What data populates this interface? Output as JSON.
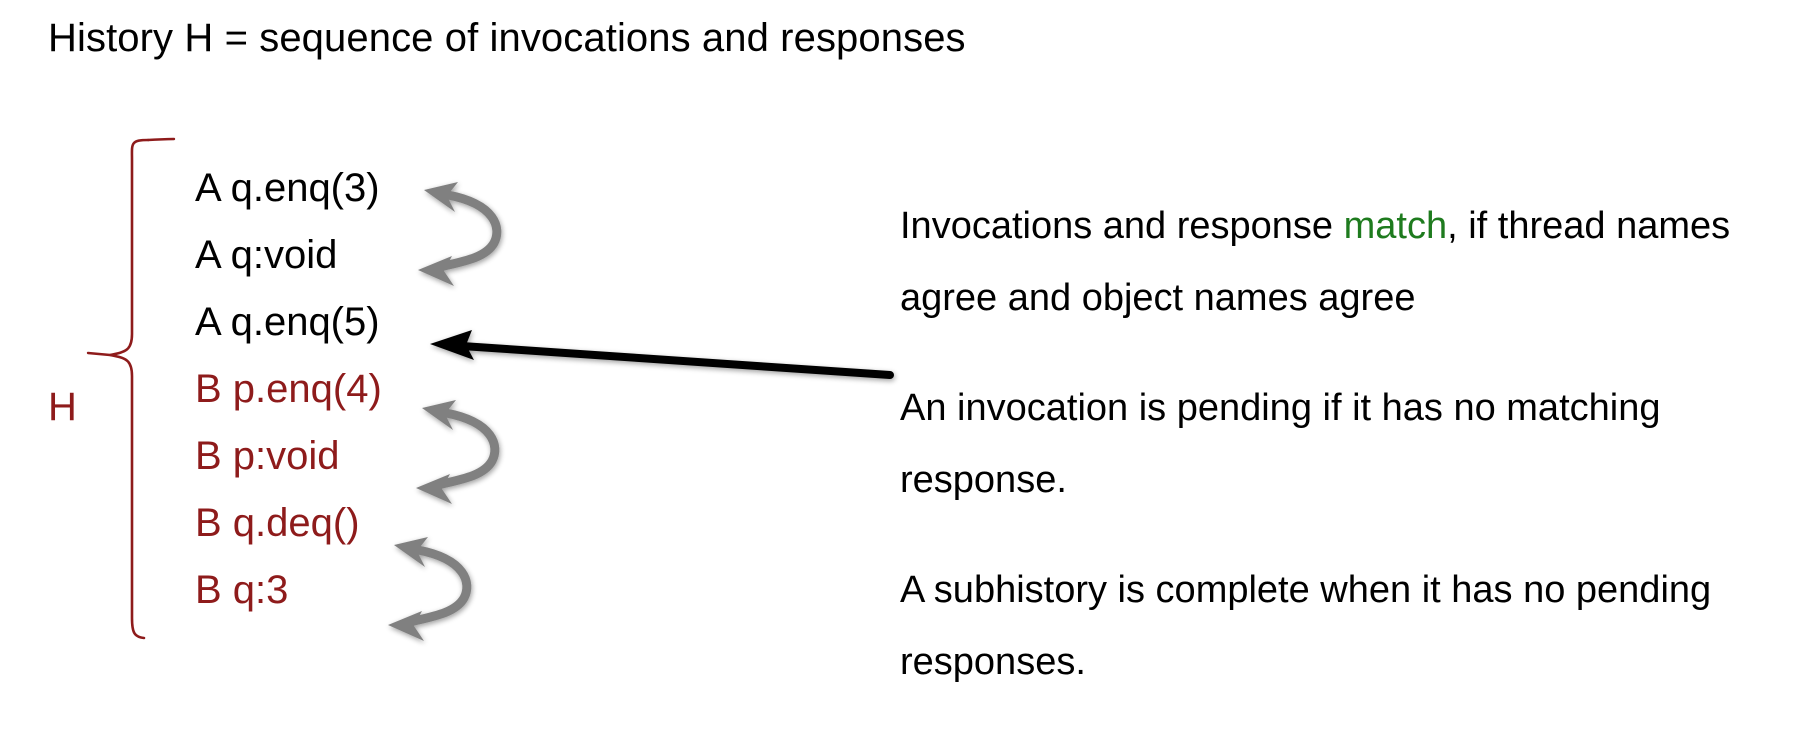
{
  "slide": {
    "title": "History H = sequence of invocations and responses",
    "background_color": "#ffffff"
  },
  "colors": {
    "text_black": "#000000",
    "thread_b_red": "#8E1B1B",
    "brace_red": "#8E1B1B",
    "match_green": "#1E7B1E",
    "gray_arrow": "#808080",
    "black_arrow": "#000000"
  },
  "history": {
    "label": "H",
    "brace_icon": "curly-brace-left",
    "lines": [
      {
        "text": "A q.enq(3)",
        "thread": "A",
        "kind": "invocation",
        "object": "q",
        "method": "enq",
        "arg": "3",
        "color": "#000000"
      },
      {
        "text": "A q:void",
        "thread": "A",
        "kind": "response",
        "object": "q",
        "value": "void",
        "color": "#000000"
      },
      {
        "text": "A q.enq(5)",
        "thread": "A",
        "kind": "invocation",
        "object": "q",
        "method": "enq",
        "arg": "5",
        "color": "#000000"
      },
      {
        "text": "B p.enq(4)",
        "thread": "B",
        "kind": "invocation",
        "object": "p",
        "method": "enq",
        "arg": "4",
        "color": "#8E1B1B"
      },
      {
        "text": "B p:void",
        "thread": "B",
        "kind": "response",
        "object": "p",
        "value": "void",
        "color": "#8E1B1B"
      },
      {
        "text": "B q.deq()",
        "thread": "B",
        "kind": "invocation",
        "object": "q",
        "method": "deq",
        "arg": "",
        "color": "#8E1B1B"
      },
      {
        "text": "B q:3",
        "thread": "B",
        "kind": "response",
        "object": "q",
        "value": "3",
        "color": "#8E1B1B"
      }
    ]
  },
  "annotations": {
    "match_arrows": [
      {
        "name": "match-arrow-a-q-enq3",
        "from_line": 0,
        "to_line": 1,
        "style": "double-headed-curved",
        "color": "#808080"
      },
      {
        "name": "match-arrow-b-p-enq4",
        "from_line": 3,
        "to_line": 4,
        "style": "double-headed-curved",
        "color": "#808080"
      },
      {
        "name": "match-arrow-b-q-deq",
        "from_line": 5,
        "to_line": 6,
        "style": "double-headed-curved",
        "color": "#808080"
      }
    ],
    "pending_arrow": {
      "name": "pending-pointer-arrow",
      "target_line": 2,
      "target_text": "A q.enq(5)",
      "style": "straight-single-headed",
      "color": "#000000"
    }
  },
  "notes": [
    {
      "id": "note-match",
      "parts": [
        {
          "text": "Invocations and response ",
          "color": "#000000"
        },
        {
          "text": "match",
          "color": "#1E7B1E"
        },
        {
          "text": ", if thread names agree and object names agree",
          "color": "#000000"
        }
      ],
      "plain": "Invocations and response match, if thread names agree and object names agree"
    },
    {
      "id": "note-pending",
      "parts": [
        {
          "text": "An invocation is pending if it has no matching response.",
          "color": "#000000"
        }
      ],
      "plain": "An invocation is pending if it has no matching response."
    },
    {
      "id": "note-complete",
      "parts": [
        {
          "text": "A subhistory is complete when it has no pending responses.",
          "color": "#000000"
        }
      ],
      "plain": "A subhistory is complete when it has no pending responses."
    }
  ],
  "notes_text": {
    "match_prefix": "Invocations and response ",
    "match_word": "match",
    "match_suffix": ", if thread names agree and object names agree",
    "pending": "An invocation is pending if it has no matching response.",
    "complete": "A subhistory is complete when it has no pending responses."
  }
}
